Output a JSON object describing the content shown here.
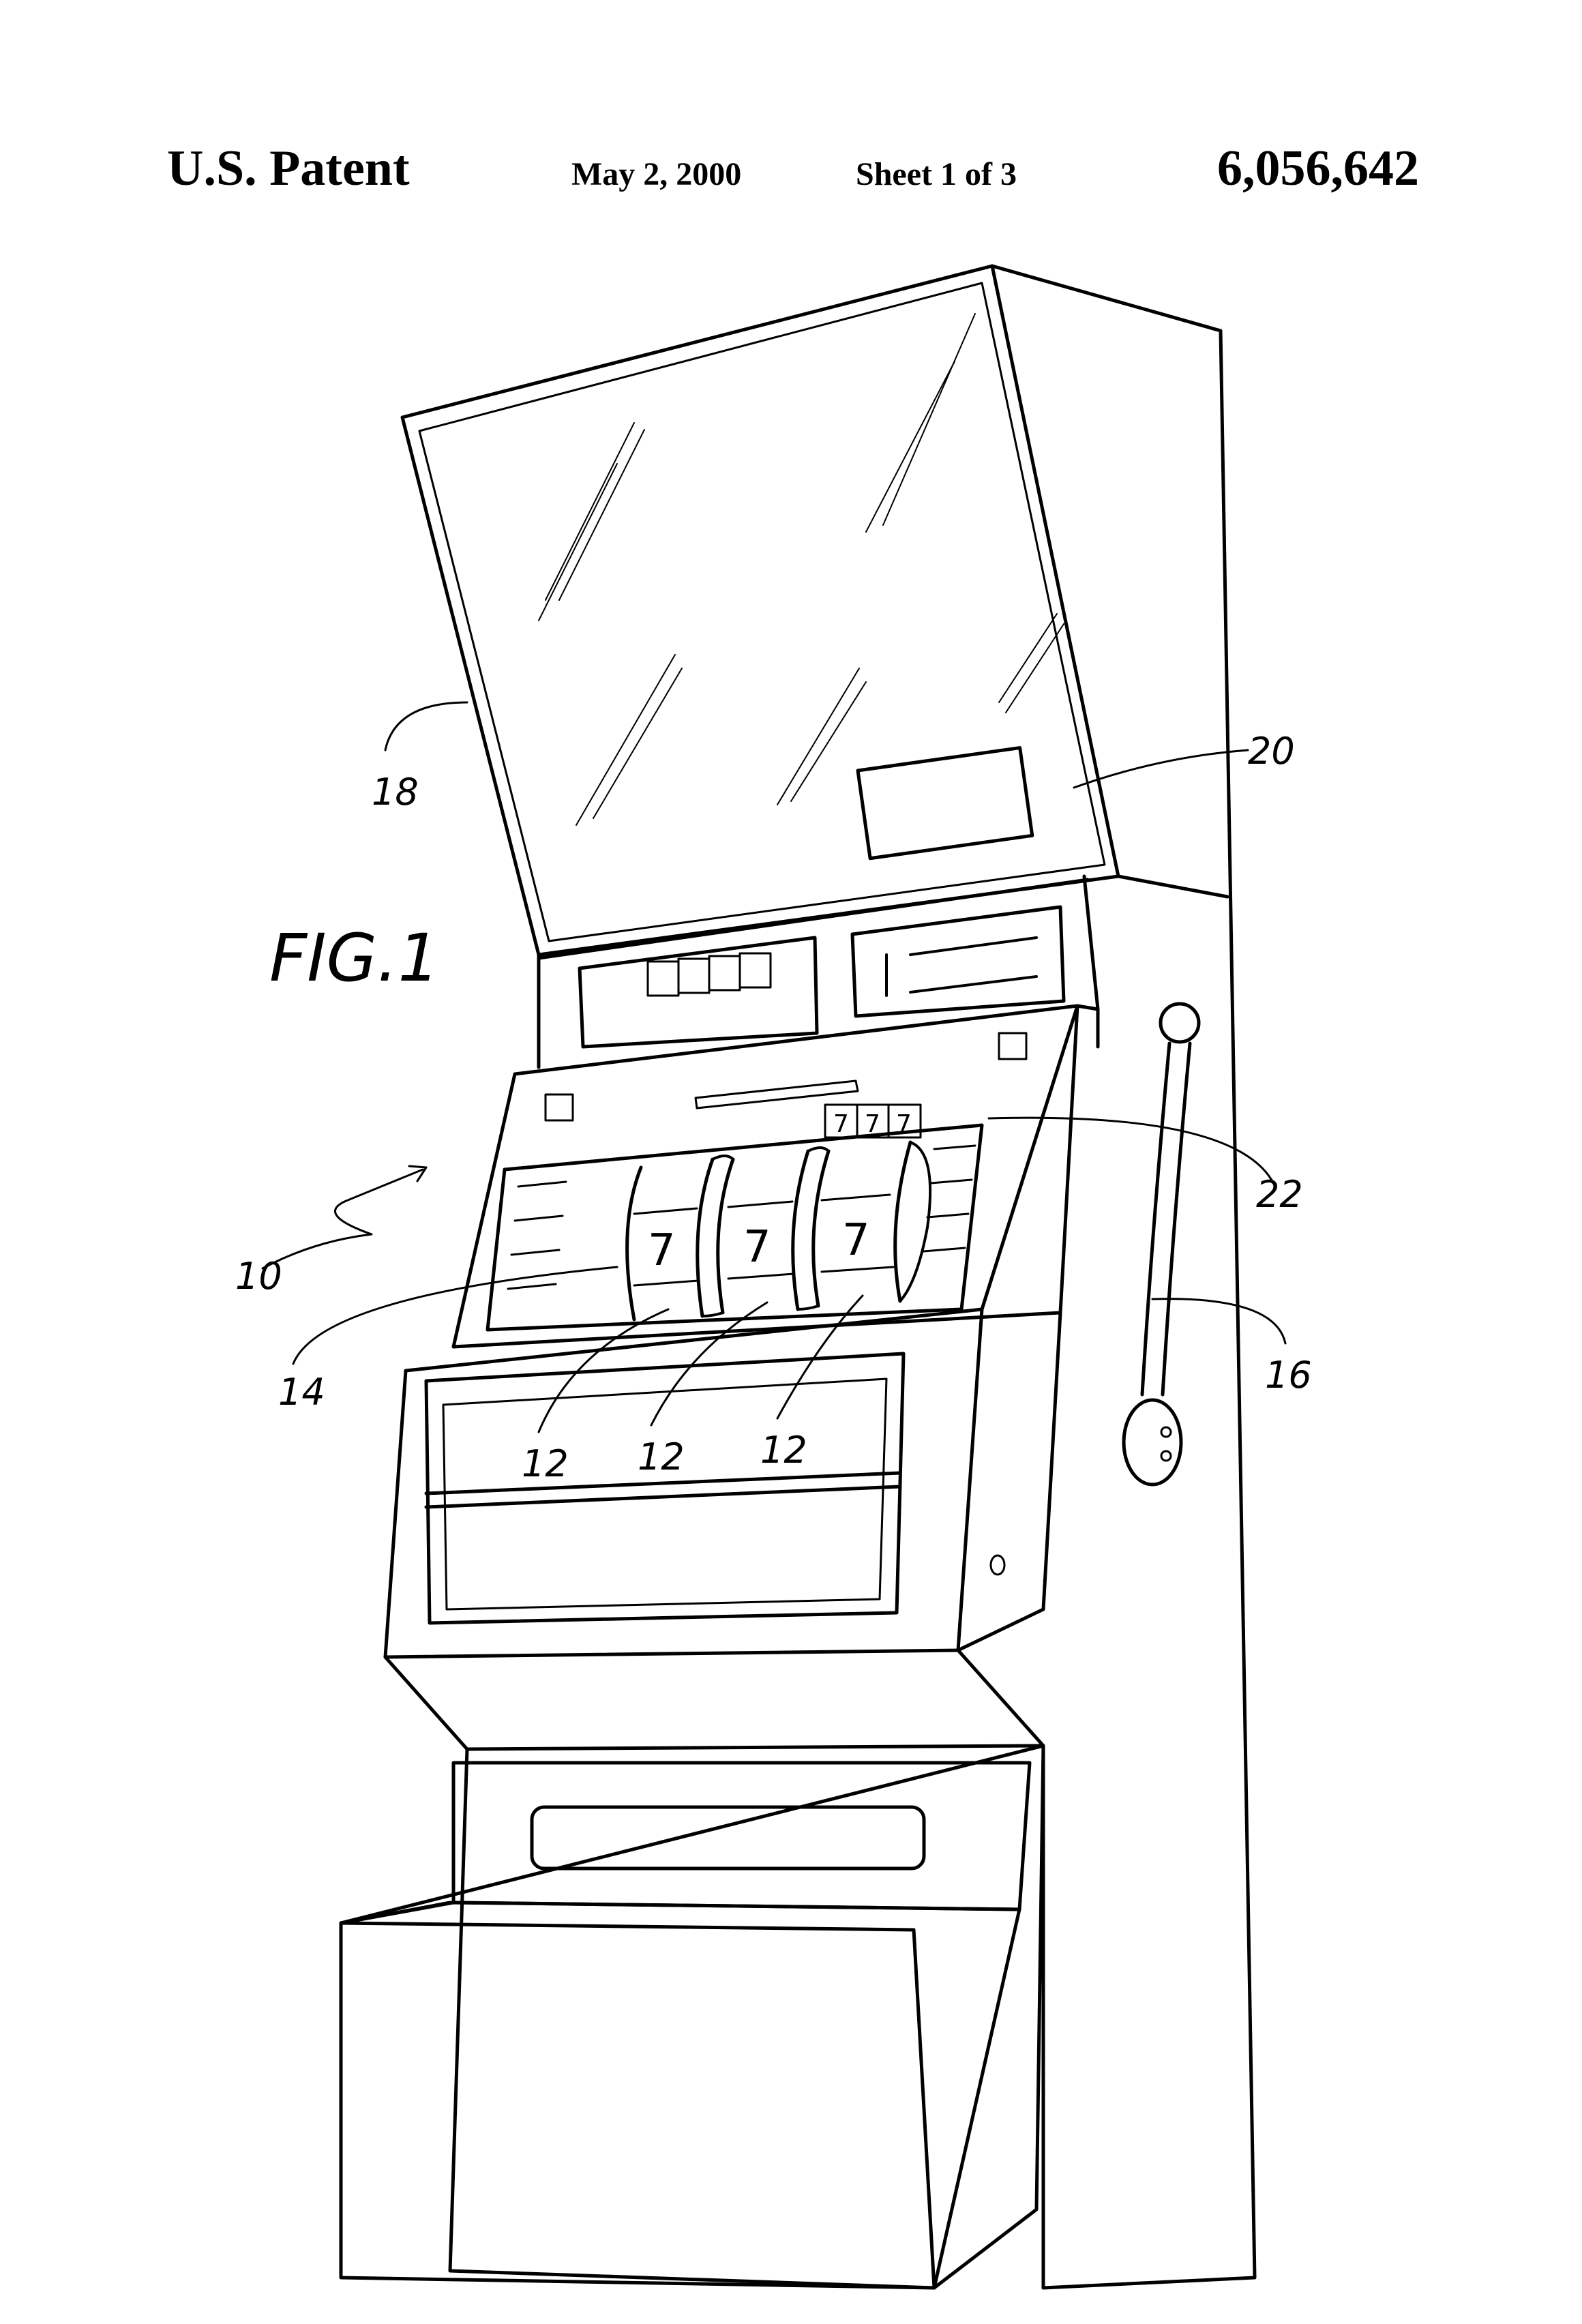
{
  "header": {
    "left": "U.S. Patent",
    "date": "May 2, 2000",
    "sheet": "Sheet 1 of 3",
    "number": "6,056,642"
  },
  "figure": {
    "title": "FIG.1",
    "ref_labels": {
      "machine": "10",
      "reel_a": "12",
      "reel_b": "12",
      "reel_c": "12",
      "payline": "14",
      "handle": "16",
      "display": "18",
      "panel": "20",
      "indicator": "22"
    },
    "reel_symbols": [
      "7",
      "7",
      "7"
    ],
    "indicator_symbols": [
      "7",
      "7",
      "7"
    ]
  }
}
